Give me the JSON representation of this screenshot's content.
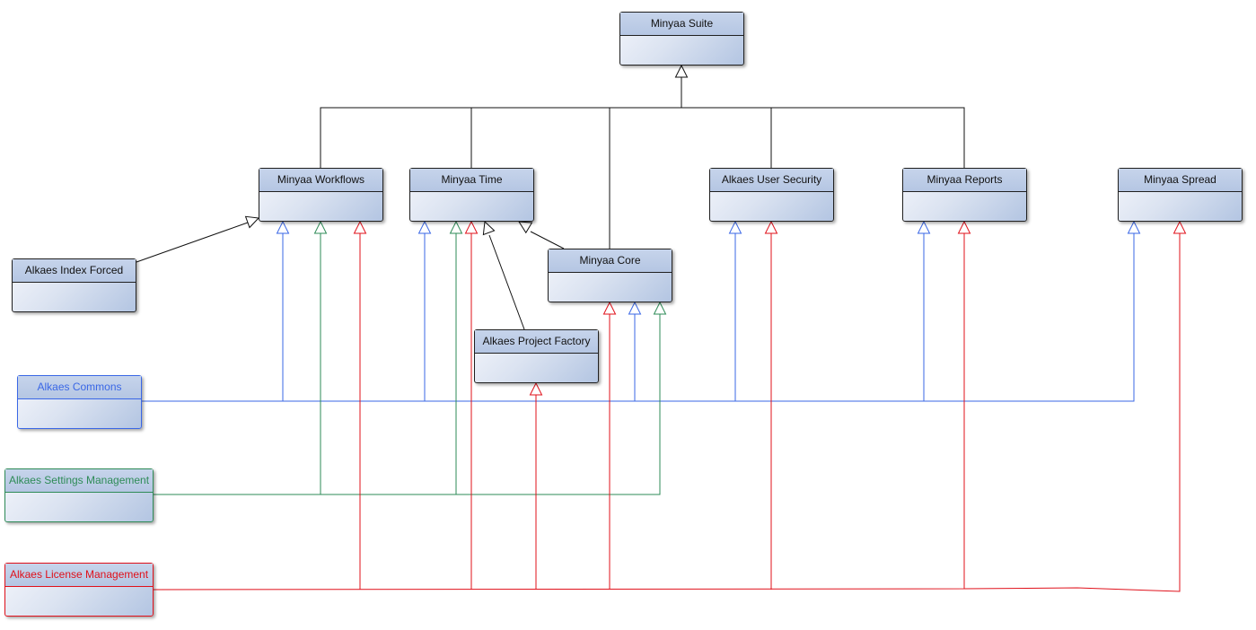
{
  "colors": {
    "black": "#111111",
    "blue": "#3a67e6",
    "green": "#2e8b57",
    "red": "#e0101a",
    "node_fill": "#b5c6e3"
  },
  "nodes": {
    "minyaa_suite": "Minyaa Suite",
    "minyaa_workflows": "Minyaa Workflows",
    "minyaa_time": "Minyaa Time",
    "alkaes_user_security": "Alkaes User Security",
    "minyaa_reports": "Minyaa Reports",
    "minyaa_spread": "Minyaa Spread",
    "alkaes_index_forced": "Alkaes Index Forced",
    "minyaa_core": "Minyaa Core",
    "alkaes_project_factory": "Alkaes Project Factory",
    "alkaes_commons": "Alkaes Commons",
    "alkaes_settings_management": "Alkaes Settings Management",
    "alkaes_license_management": "Alkaes License Management"
  },
  "relations": [
    {
      "from": "minyaa_workflows",
      "to": "minyaa_suite",
      "type": "generalization",
      "color": "black"
    },
    {
      "from": "minyaa_time",
      "to": "minyaa_suite",
      "type": "generalization",
      "color": "black"
    },
    {
      "from": "minyaa_core",
      "to": "minyaa_suite",
      "type": "generalization",
      "color": "black"
    },
    {
      "from": "alkaes_user_security",
      "to": "minyaa_suite",
      "type": "generalization",
      "color": "black"
    },
    {
      "from": "minyaa_reports",
      "to": "minyaa_suite",
      "type": "generalization",
      "color": "black"
    },
    {
      "from": "alkaes_index_forced",
      "to": "minyaa_workflows",
      "type": "generalization",
      "color": "black"
    },
    {
      "from": "minyaa_core",
      "to": "minyaa_time",
      "type": "generalization",
      "color": "black"
    },
    {
      "from": "alkaes_project_factory",
      "to": "minyaa_time",
      "type": "generalization",
      "color": "black"
    },
    {
      "from": "alkaes_commons",
      "to": "minyaa_workflows",
      "type": "generalization",
      "color": "blue"
    },
    {
      "from": "alkaes_commons",
      "to": "minyaa_time",
      "type": "generalization",
      "color": "blue"
    },
    {
      "from": "alkaes_commons",
      "to": "minyaa_core",
      "type": "generalization",
      "color": "blue"
    },
    {
      "from": "alkaes_commons",
      "to": "alkaes_user_security",
      "type": "generalization",
      "color": "blue"
    },
    {
      "from": "alkaes_commons",
      "to": "minyaa_reports",
      "type": "generalization",
      "color": "blue"
    },
    {
      "from": "alkaes_commons",
      "to": "minyaa_spread",
      "type": "generalization",
      "color": "blue"
    },
    {
      "from": "alkaes_settings_management",
      "to": "minyaa_workflows",
      "type": "generalization",
      "color": "green"
    },
    {
      "from": "alkaes_settings_management",
      "to": "minyaa_time",
      "type": "generalization",
      "color": "green"
    },
    {
      "from": "alkaes_settings_management",
      "to": "minyaa_core",
      "type": "generalization",
      "color": "green"
    },
    {
      "from": "alkaes_license_management",
      "to": "minyaa_workflows",
      "type": "generalization",
      "color": "red"
    },
    {
      "from": "alkaes_license_management",
      "to": "minyaa_time",
      "type": "generalization",
      "color": "red"
    },
    {
      "from": "alkaes_license_management",
      "to": "alkaes_project_factory",
      "type": "generalization",
      "color": "red"
    },
    {
      "from": "alkaes_license_management",
      "to": "minyaa_core",
      "type": "generalization",
      "color": "red"
    },
    {
      "from": "alkaes_license_management",
      "to": "alkaes_user_security",
      "type": "generalization",
      "color": "red"
    },
    {
      "from": "alkaes_license_management",
      "to": "minyaa_reports",
      "type": "generalization",
      "color": "red"
    },
    {
      "from": "alkaes_license_management",
      "to": "minyaa_spread",
      "type": "generalization",
      "color": "red"
    }
  ]
}
